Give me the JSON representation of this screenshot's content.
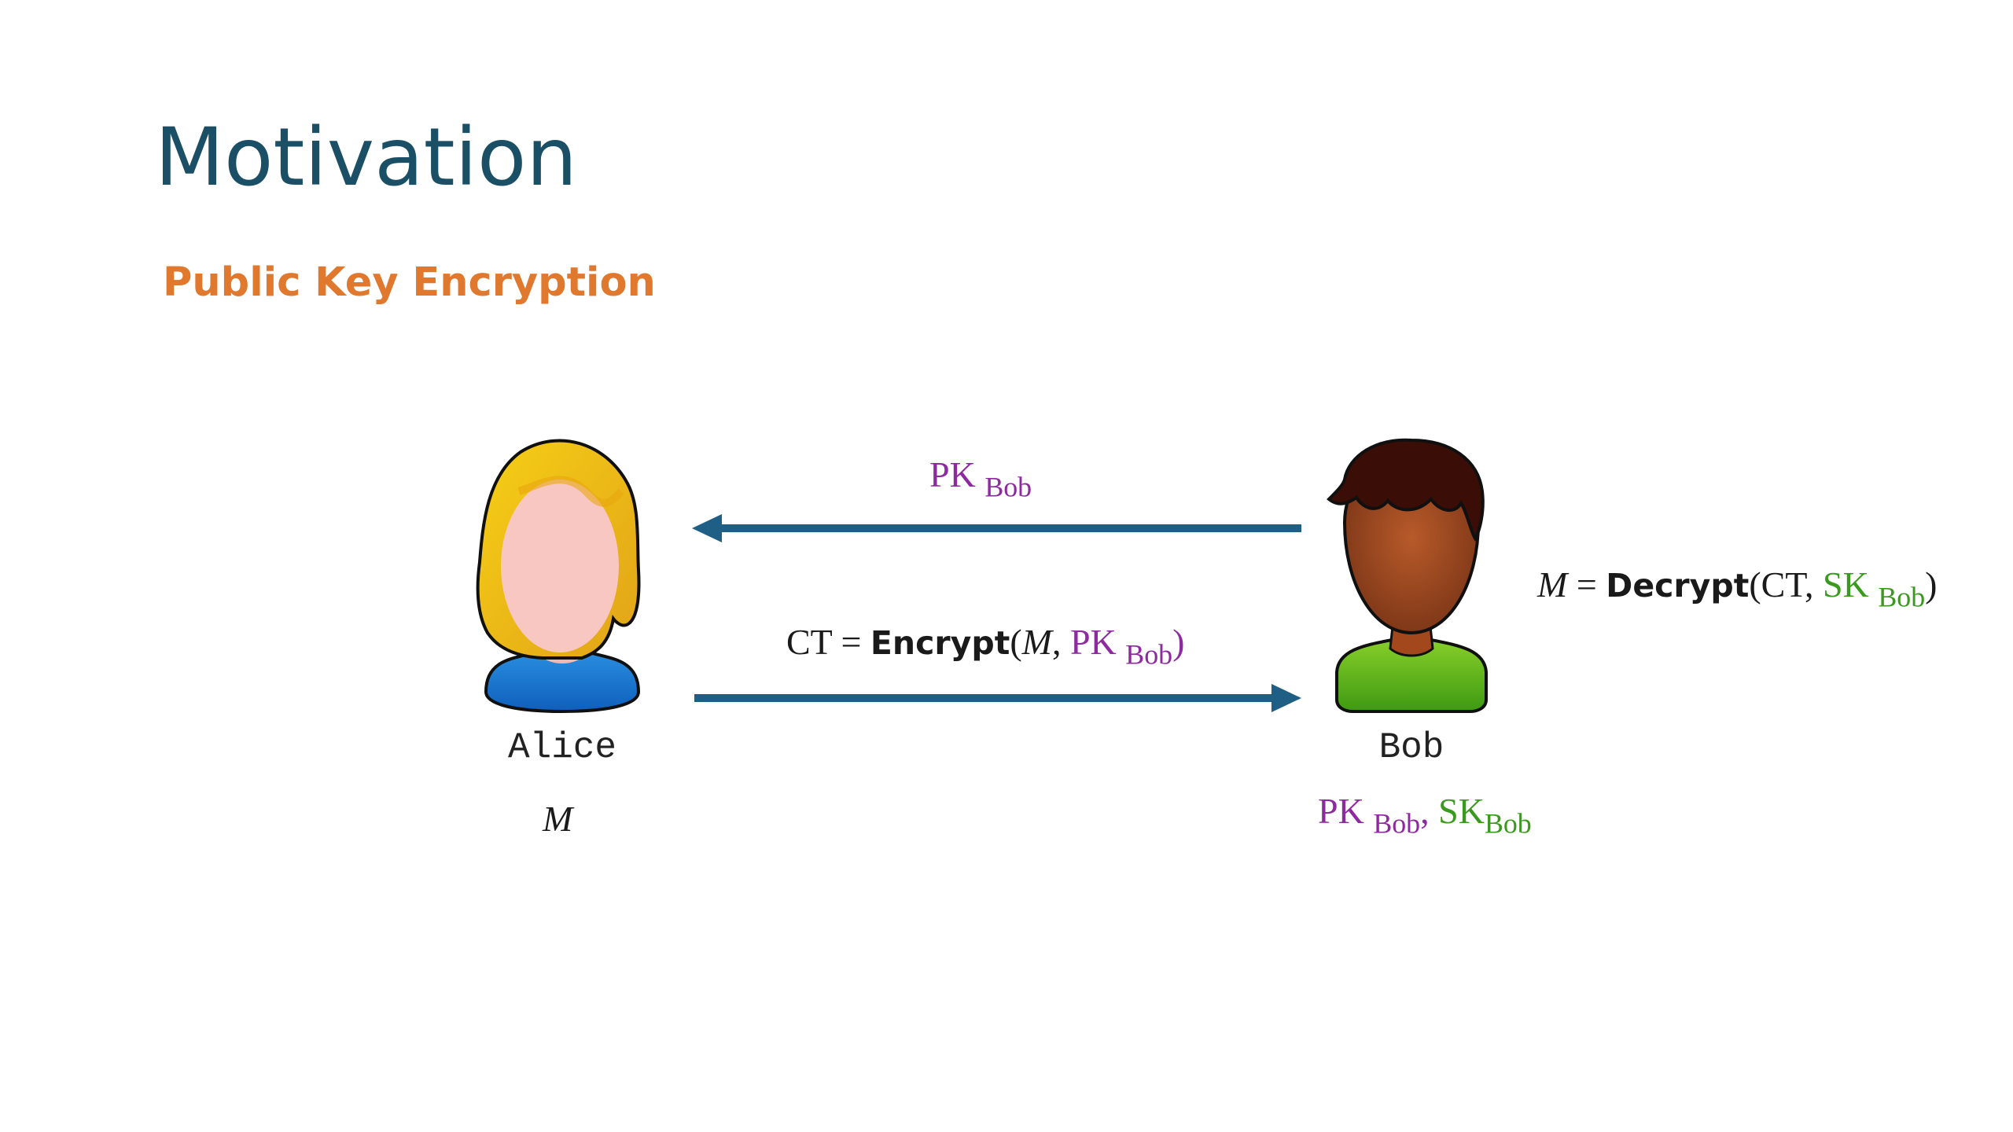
{
  "slide": {
    "title": "Motivation",
    "subtitle": "Public Key Encryption",
    "colors": {
      "title": "#1b4f66",
      "subtitle": "#e0782e",
      "arrow": "#1f5f86",
      "public_key": "#8e2a9f",
      "secret_key": "#3a9a1e"
    }
  },
  "alice": {
    "name": "Alice",
    "message": "M",
    "icon": "female-user-icon"
  },
  "bob": {
    "name": "Bob",
    "icon": "male-user-icon",
    "keys": {
      "pk": "PK",
      "pk_sub": "Bob",
      "separator": ",",
      "sk": "SK",
      "sk_sub": "Bob"
    },
    "decrypt": {
      "lhs": "M",
      "eq": "=",
      "func": "Decrypt",
      "open": "(",
      "arg1": "CT,",
      "sk": "SK",
      "sk_sub": "Bob",
      "close": ")"
    }
  },
  "arrows": {
    "to_alice": {
      "label_pk": "PK",
      "label_sub": "Bob"
    },
    "to_bob": {
      "lhs": "CT",
      "eq": "=",
      "func": "Encrypt",
      "open": "(",
      "msg": "M",
      "comma": ",",
      "pk": "PK",
      "pk_sub": "Bob",
      "close": ")"
    }
  }
}
